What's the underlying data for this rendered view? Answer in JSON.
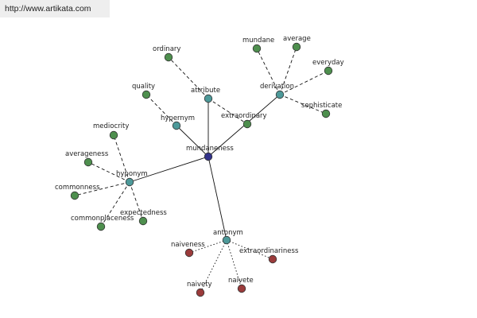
{
  "header": {
    "url": "http://www.artikata.com"
  },
  "colors": {
    "center": "#33338a",
    "relation": "#4d9999",
    "leaf": "#4e8f4e",
    "antonym_leaf": "#9b3b3b",
    "edge": "#111111"
  },
  "graph": {
    "center": "mundaneness",
    "relations": [
      {
        "label": "hyponym",
        "edge": "solid",
        "leaves": [
          "mediocrity",
          "averageness",
          "commonness",
          "commonplaceness",
          "expectedness"
        ]
      },
      {
        "label": "hypernym",
        "edge": "solid",
        "leaves": [
          "quality"
        ]
      },
      {
        "label": "attribute",
        "edge": "solid",
        "leaves": [
          "ordinary",
          "extraordinary"
        ]
      },
      {
        "label": "derivation",
        "edge": "solid",
        "leaves": [
          "mundane",
          "average",
          "everyday",
          "sophisticate"
        ]
      },
      {
        "label": "antonym",
        "edge": "solid",
        "leaf_style": "dotted",
        "leaves": [
          "naiveness",
          "naivety",
          "naivete",
          "extraordinariness"
        ]
      }
    ]
  }
}
